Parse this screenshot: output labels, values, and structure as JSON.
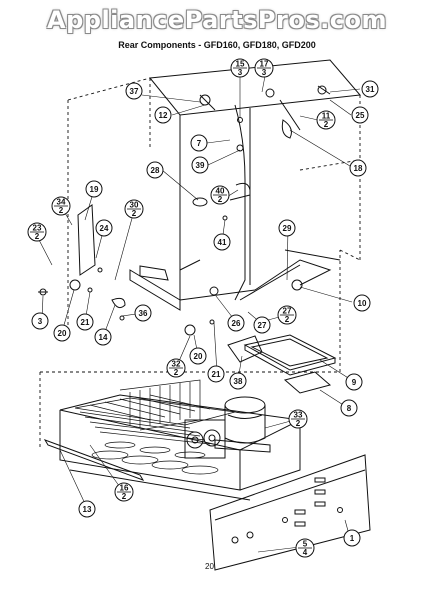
{
  "watermark": "AppliancePartsPros.com",
  "title": "Rear Components - GFD160, GFD180, GFD200",
  "page_number": "20",
  "callouts_single": [
    {
      "id": "c37",
      "label": "37"
    },
    {
      "id": "c12",
      "label": "12"
    },
    {
      "id": "c31",
      "label": "31"
    },
    {
      "id": "c25",
      "label": "25"
    },
    {
      "id": "c7",
      "label": "7"
    },
    {
      "id": "c39",
      "label": "39"
    },
    {
      "id": "c18",
      "label": "18"
    },
    {
      "id": "c28",
      "label": "28"
    },
    {
      "id": "c19",
      "label": "19"
    },
    {
      "id": "c24",
      "label": "24"
    },
    {
      "id": "c41",
      "label": "41"
    },
    {
      "id": "c29",
      "label": "29"
    },
    {
      "id": "c10",
      "label": "10"
    },
    {
      "id": "c3",
      "label": "3"
    },
    {
      "id": "c20a",
      "label": "20"
    },
    {
      "id": "c21a",
      "label": "21"
    },
    {
      "id": "c14",
      "label": "14"
    },
    {
      "id": "c36",
      "label": "36"
    },
    {
      "id": "c26",
      "label": "26"
    },
    {
      "id": "c27",
      "label": "27"
    },
    {
      "id": "c20b",
      "label": "20"
    },
    {
      "id": "c21b",
      "label": "21"
    },
    {
      "id": "c38",
      "label": "38"
    },
    {
      "id": "c9",
      "label": "9"
    },
    {
      "id": "c8",
      "label": "8"
    },
    {
      "id": "c13",
      "label": "13"
    },
    {
      "id": "c1",
      "label": "1"
    }
  ],
  "callouts_fraction": [
    {
      "id": "f15",
      "top": "15",
      "bottom": "3"
    },
    {
      "id": "f17",
      "top": "17",
      "bottom": "3"
    },
    {
      "id": "f11",
      "top": "11",
      "bottom": "2"
    },
    {
      "id": "f40",
      "top": "40",
      "bottom": "2"
    },
    {
      "id": "f34",
      "top": "34",
      "bottom": "2"
    },
    {
      "id": "f23",
      "top": "23",
      "bottom": "2"
    },
    {
      "id": "f30",
      "top": "30",
      "bottom": "2"
    },
    {
      "id": "f27",
      "top": "27",
      "bottom": "2"
    },
    {
      "id": "f32",
      "top": "32",
      "bottom": "2"
    },
    {
      "id": "f33",
      "top": "33",
      "bottom": "2"
    },
    {
      "id": "f16",
      "top": "16",
      "bottom": "2"
    },
    {
      "id": "f5",
      "top": "5",
      "bottom": "4"
    }
  ]
}
